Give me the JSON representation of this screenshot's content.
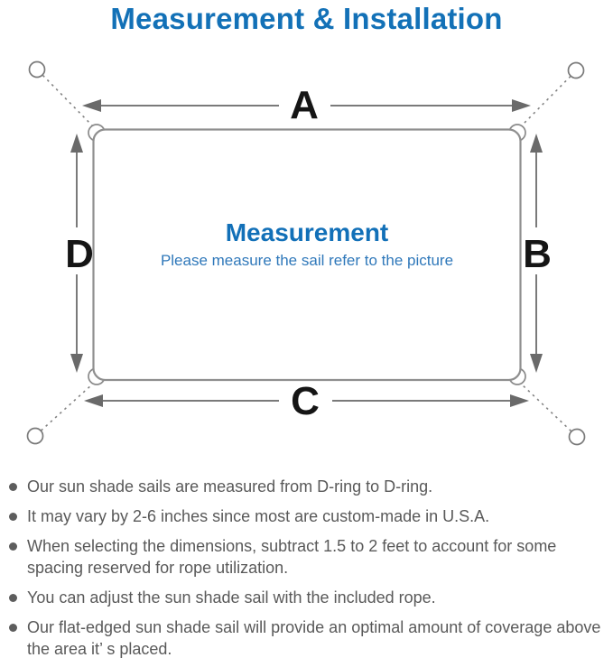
{
  "page": {
    "title": "Measurement & Installation"
  },
  "diagram": {
    "side_labels": {
      "top": "A",
      "right": "B",
      "bottom": "C",
      "left": "D"
    },
    "center": {
      "heading": "Measurement",
      "subheading": "Please measure the sail refer to the picture"
    },
    "icons": {
      "corner_anchor": "anchor-ring-icon",
      "corner_attachment": "d-ring-icon",
      "dimension_arrow": "arrow-icon",
      "guy_line": "dashed-rope-line"
    }
  },
  "bullets": [
    "Our sun shade sails are measured from D-ring to D-ring.",
    "It may vary by 2-6 inches since most are custom-made in U.S.A.",
    "When selecting the dimensions, subtract 1.5 to 2 feet to account for some spacing reserved for rope utilization.",
    "You can adjust the sun shade sail with the included rope.",
    "Our flat-edged sun shade sail will provide an optimal amount of coverage above the area it’ s placed."
  ],
  "colors": {
    "accent_blue": "#1371b7",
    "subtitle_blue": "#2f78ba",
    "body_text_gray": "#595959",
    "line_gray": "#828282",
    "label_black": "#151515"
  }
}
